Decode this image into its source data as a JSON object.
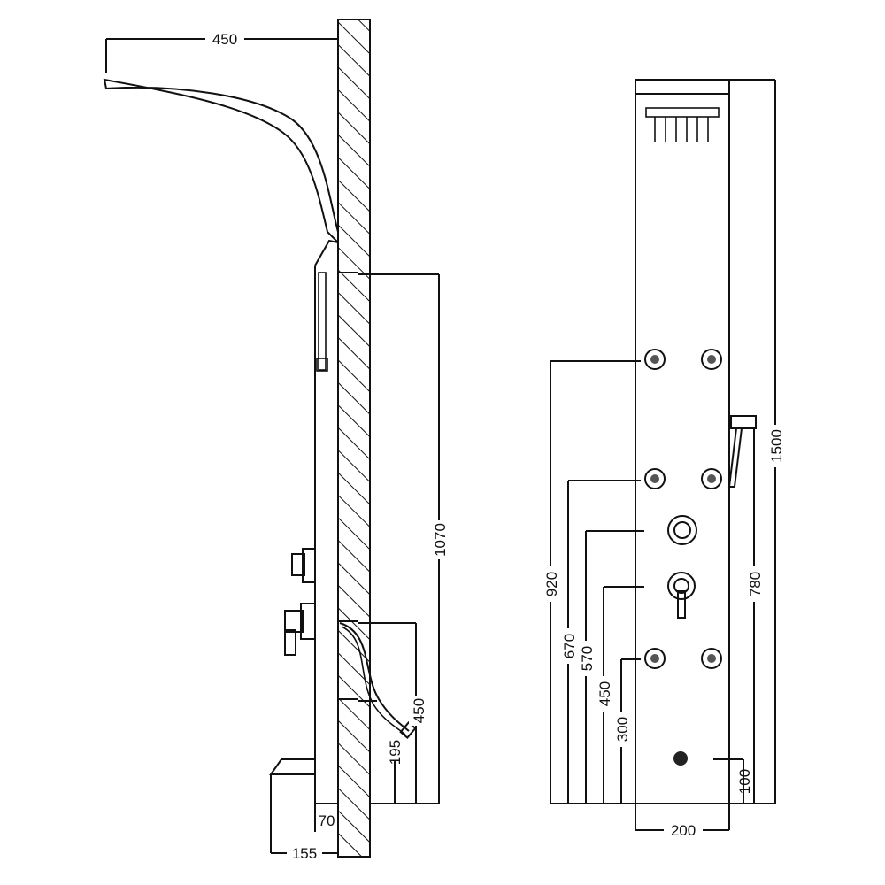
{
  "dimensions": {
    "side_view": {
      "arm_projection": "450",
      "body_joint_height": "1070",
      "hose_outlet_height": "450",
      "lower_outlet_height": "195",
      "panel_depth": "70",
      "spout_depth": "155"
    },
    "front_view": {
      "total_height": "1500",
      "top_jets_height": "920",
      "second_jets_height": "670",
      "upper_knob_height": "570",
      "lower_knob_height": "450",
      "bottom_jets_height": "300",
      "bottom_outlet_height": "100",
      "holder_height": "780",
      "panel_width": "200"
    }
  },
  "colors": {
    "line": "#111111",
    "hatch": "#111111",
    "background": "#ffffff"
  },
  "icons": [
    "rain-shower-head",
    "body-jet",
    "control-knob",
    "hand-shower",
    "tub-spout"
  ]
}
